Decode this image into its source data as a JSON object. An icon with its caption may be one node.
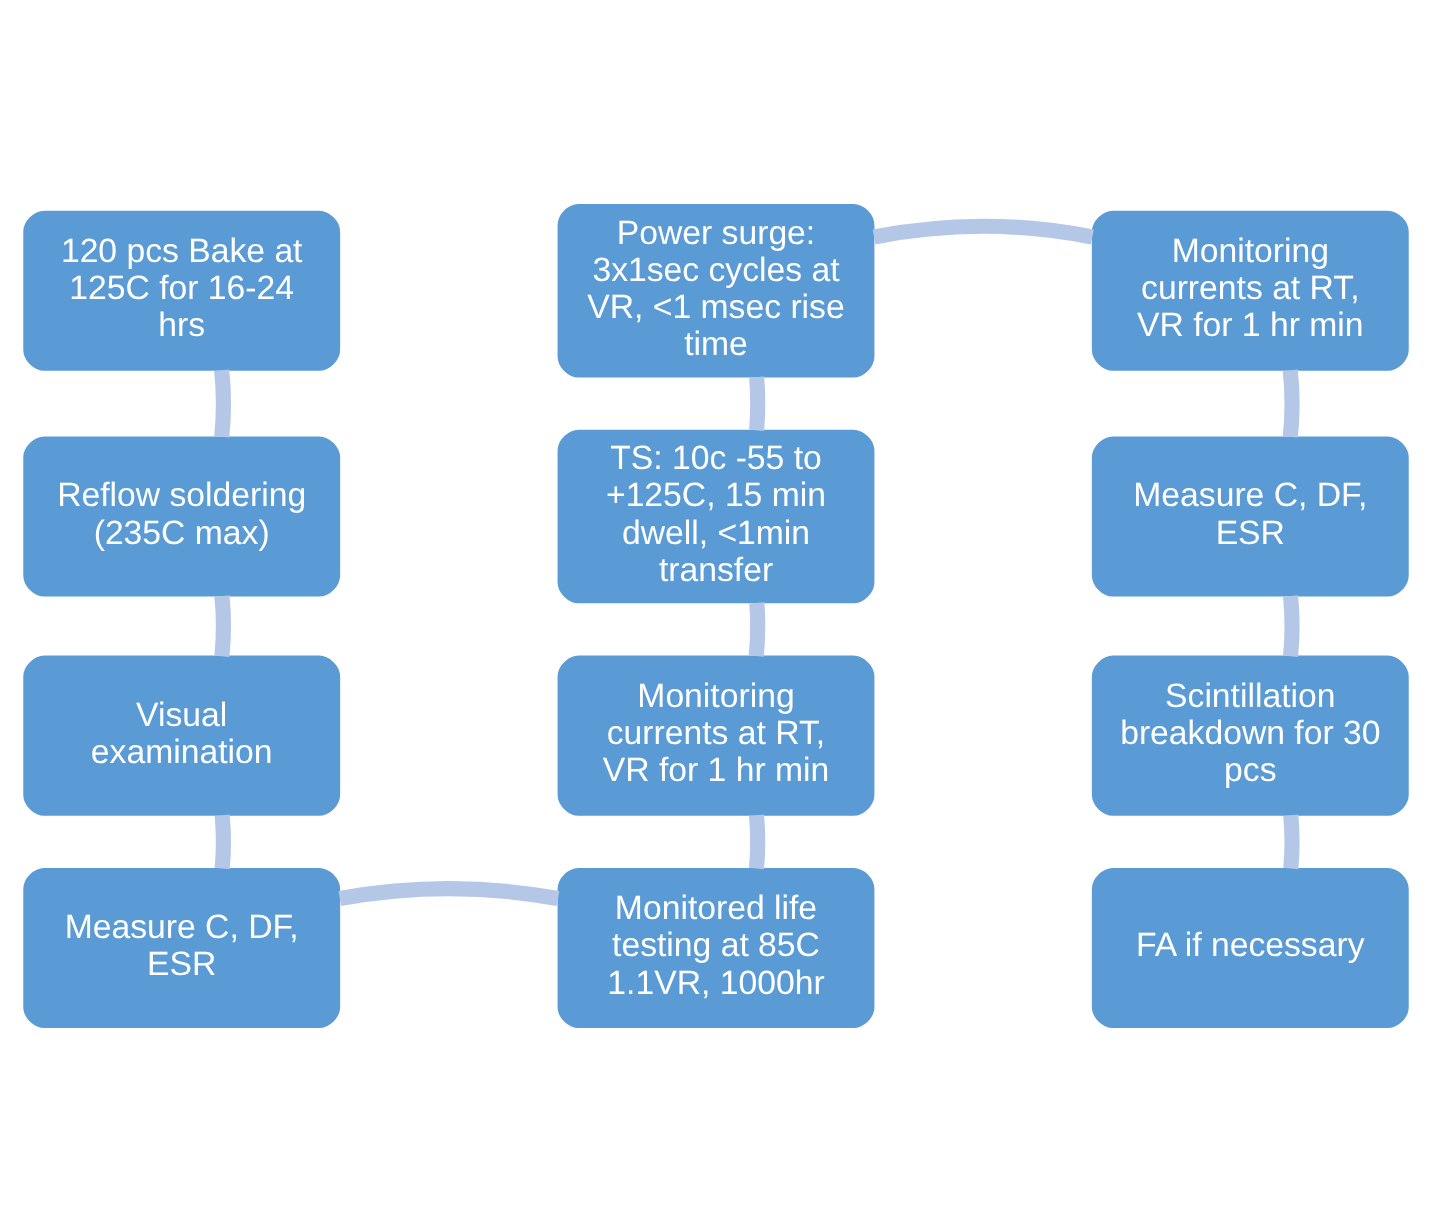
{
  "diagram": {
    "nodes": [
      {
        "text": [
          "120 pcs Bake at 125C for 16-24 hrs"
        ]
      },
      {
        "text": [
          "Reflow soldering (235C max)"
        ]
      },
      {
        "text": [
          "Visual examination"
        ]
      },
      {
        "text": [
          "Measure C, DF, ESR"
        ]
      },
      {
        "text": [
          "Monitored life testing at 85C 1.1VR, 1000hr"
        ]
      },
      {
        "text": [
          "Monitoring currents at RT, VR for 1 hr min"
        ]
      },
      {
        "text": [
          "TS: 10c -55 to +125C, 15 min dwell, <1min transfer"
        ]
      },
      {
        "text": [
          "Power surge: 3x1sec cycles at VR, <1 msec rise time"
        ]
      },
      {
        "text": [
          "Monitoring currents at RT, VR for 1 hr min"
        ]
      },
      {
        "text": [
          "Measure C, DF, ESR"
        ]
      },
      {
        "text": [
          "Scintillation breakdown for 30 pcs"
        ]
      },
      {
        "text": [
          "FA if necessary"
        ]
      }
    ],
    "edges": [
      {
        "from": 0,
        "to": 1,
        "arrow": "none"
      },
      {
        "from": 1,
        "to": 2,
        "arrow": "none"
      },
      {
        "from": 2,
        "to": 3,
        "arrow": "none"
      },
      {
        "from": 3,
        "to": 4,
        "arrow": "none"
      },
      {
        "from": 4,
        "to": 5,
        "arrow": "none"
      },
      {
        "from": 5,
        "to": 6,
        "arrow": "none"
      },
      {
        "from": 6,
        "to": 7,
        "arrow": "none"
      },
      {
        "from": 7,
        "to": 8,
        "arrow": "none"
      },
      {
        "from": 8,
        "to": 9,
        "arrow": "none"
      },
      {
        "from": 9,
        "to": 10,
        "arrow": "none"
      },
      {
        "from": 10,
        "to": 11,
        "arrow": "none"
      }
    ]
  }
}
